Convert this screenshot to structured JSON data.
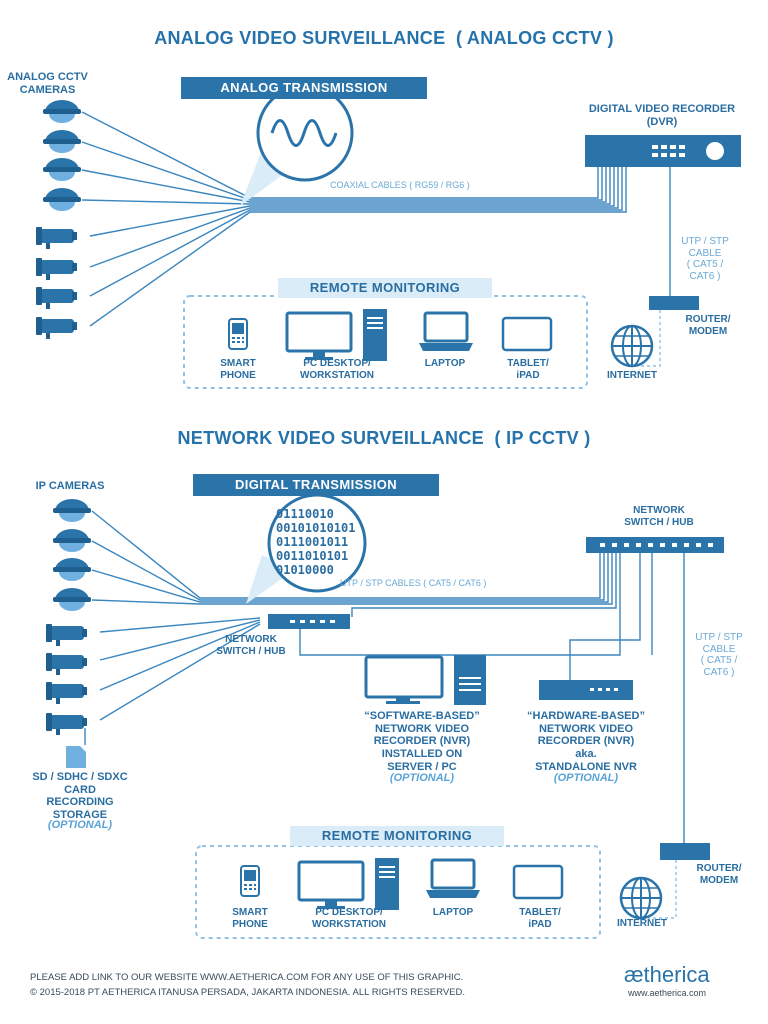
{
  "analog": {
    "title": "ANALOG VIDEO SURVEILLANCE  ( ANALOG CCTV )",
    "cameras_label": "ANALOG CCTV\nCAMERAS",
    "transmission": "ANALOG TRANSMISSION",
    "dvr_label": "DIGITAL VIDEO RECORDER\n(DVR)",
    "coax_label": "COAXIAL CABLES ( RG59 / RG6 )",
    "utp_label": "UTP / STP\nCABLE\n( CAT5 /\nCAT6 )",
    "router_label": "ROUTER/\nMODEM",
    "internet_label": "INTERNET",
    "remote": {
      "title": "REMOTE MONITORING",
      "devices": [
        "SMART\nPHONE",
        "PC DESKTOP/\nWORKSTATION",
        "LAPTOP",
        "TABLET/\niPAD"
      ]
    }
  },
  "network": {
    "title": "NETWORK VIDEO SURVEILLANCE  ( IP CCTV )",
    "cameras_label": "IP CAMERAS",
    "transmission": "DIGITAL TRANSMISSION",
    "binary": "01110010\n00101010101\n0111001011\n0011010101\n01010000",
    "switch_main_label": "NETWORK\nSWITCH / HUB",
    "switch_small_label": "NETWORK\nSWITCH / HUB",
    "utp_cables_label": "UTP / STP CABLES ( CAT5 / CAT6 )",
    "utp_label": "UTP / STP\nCABLE\n( CAT5 /\nCAT6 )",
    "software_nvr": "“SOFTWARE-BASED”\nNETWORK VIDEO\nRECORDER (NVR)\nINSTALLED ON\nSERVER / PC",
    "software_optional": "(OPTIONAL)",
    "hardware_nvr": "“HARDWARE-BASED”\nNETWORK VIDEO\nRECORDER (NVR)\naka.\nSTANDALONE NVR",
    "hardware_optional": "(OPTIONAL)",
    "sd_label": "SD / SDHC / SDXC\nCARD\nRECORDING\nSTORAGE",
    "sd_optional": "(OPTIONAL)",
    "router_label": "ROUTER/\nMODEM",
    "internet_label": "INTERNET",
    "remote": {
      "title": "REMOTE MONITORING",
      "devices": [
        "SMART\nPHONE",
        "PC DESKTOP/\nWORKSTATION",
        "LAPTOP",
        "TABLET/\niPAD"
      ]
    }
  },
  "footer": {
    "line1": "PLEASE ADD LINK TO OUR WEBSITE WWW.AETHERICA.COM FOR ANY USE OF THIS GRAPHIC.",
    "line2": "© 2015-2018 PT AETHERICA ITANUSA PERSADA, JAKARTA INDONESIA. ALL RIGHTS RESERVED.",
    "brand": "ætherica",
    "url": "www.aetherica.com"
  },
  "colors": {
    "primary": "#2b74aa",
    "light": "#d9ecf8",
    "line": "#3a86bf",
    "dashed": "#8ec3e6"
  }
}
